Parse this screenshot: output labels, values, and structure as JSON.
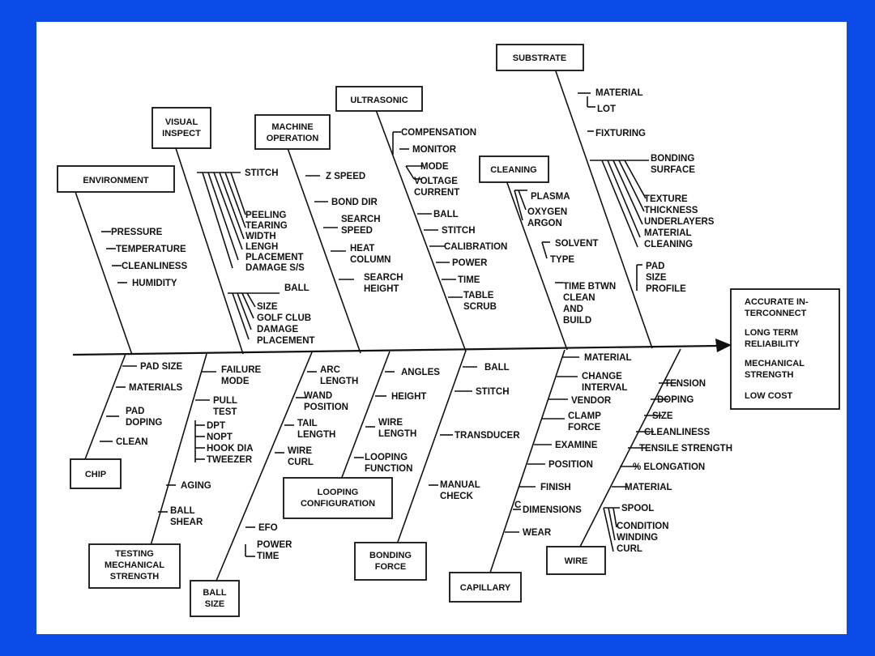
{
  "background_color": "#0b4be8",
  "boxes": {
    "environment": [
      "ENVIRONMENT"
    ],
    "visual_inspect": [
      "VISUAL",
      "INSPECT"
    ],
    "machine_operation": [
      "MACHINE",
      "OPERATION"
    ],
    "ultrasonic": [
      "ULTRASONIC"
    ],
    "cleaning": [
      "CLEANING"
    ],
    "substrate": [
      "SUBSTRATE"
    ],
    "chip": [
      "CHIP"
    ],
    "testing": [
      "TESTING",
      "MECHANICAL",
      "STRENGTH"
    ],
    "ball_size": [
      "BALL",
      "SIZE"
    ],
    "looping": [
      "LOOPING",
      "CONFIGURATION"
    ],
    "bonding_force": [
      "BONDING",
      "FORCE"
    ],
    "capillary": [
      "CAPILLARY"
    ],
    "wire": [
      "WIRE"
    ],
    "effect": [
      "ACCURATE IN-",
      "TERCONNECT",
      "",
      "LONG TERM",
      "RELIABILITY",
      "",
      "MECHANICAL",
      "STRENGTH",
      "",
      "LOW COST"
    ]
  },
  "labels": {
    "env": [
      "PRESSURE",
      "TEMPERATURE",
      "CLEANLINESS",
      "HUMIDITY"
    ],
    "vis_stitch": "STITCH",
    "vis_stitch_items": [
      "PEELING",
      "TEARING",
      "WIDTH",
      "LENGH",
      "PLACEMENT",
      "DAMAGE S/S"
    ],
    "vis_ball": "BALL",
    "vis_ball_items": [
      "SIZE",
      "GOLF CLUB",
      "DAMAGE",
      "PLACEMENT"
    ],
    "mach": [
      [
        "Z SPEED"
      ],
      [
        "BOND DIR"
      ],
      [
        "SEARCH",
        "SPEED"
      ],
      [
        "HEAT",
        "COLUMN"
      ],
      [
        "SEARCH",
        "HEIGHT"
      ]
    ],
    "ultra_comp": "COMPENSATION",
    "ultra_mon": "MONITOR",
    "ultra_mode": "MODE",
    "ultra_vc": [
      "VOLTAGE",
      "CURRENT"
    ],
    "ultra_rest": [
      "BALL",
      "STITCH",
      "CALIBRATION",
      "POWER",
      "TIME"
    ],
    "ultra_table": [
      "TABLE",
      "SCRUB"
    ],
    "clean_gas": [
      "PLASMA",
      "OXYGEN",
      "ARGON"
    ],
    "clean_solvent": "SOLVENT",
    "clean_type": "TYPE",
    "clean_time": [
      "TIME BTWN",
      "CLEAN",
      "AND",
      "BUILD"
    ],
    "sub_material": "MATERIAL",
    "sub_lot": "LOT",
    "sub_fix": "FIXTURING",
    "sub_bond": [
      "BONDING",
      "SURFACE"
    ],
    "sub_bond_items": [
      "TEXTURE",
      "THICKNESS",
      "UNDERLAYERS",
      "MATERIAL",
      "CLEANING"
    ],
    "sub_pad": [
      "PAD",
      "SIZE",
      "PROFILE"
    ],
    "chip": [
      [
        "PAD SIZE"
      ],
      [
        "MATERIALS"
      ],
      [
        "PAD",
        "DOPING"
      ],
      [
        "CLEAN"
      ]
    ],
    "test_fail": [
      "FAILURE",
      "MODE"
    ],
    "test_pull": [
      "PULL",
      "TEST"
    ],
    "test_pull_items": [
      "DPT",
      "NOPT",
      "HOOK DIA",
      "TWEEZER"
    ],
    "test_aging": "AGING",
    "test_shear": [
      "BALL",
      "SHEAR"
    ],
    "bs": [
      [
        "ARC",
        "LENGTH"
      ],
      [
        "WAND",
        "POSITION"
      ],
      [
        "TAIL",
        "LENGTH"
      ],
      [
        "WIRE",
        "CURL"
      ]
    ],
    "bs_efo": "EFO",
    "bs_power": [
      "POWER",
      "TIME"
    ],
    "loop": [
      [
        "ANGLES"
      ],
      [
        "HEIGHT"
      ],
      [
        "WIRE",
        "LENGTH"
      ],
      [
        "LOOPING",
        "FUNCTION"
      ]
    ],
    "bf": [
      [
        "BALL"
      ],
      [
        "STITCH"
      ],
      [
        "TRANSDUCER"
      ],
      [
        "MANUAL",
        "CHECK"
      ]
    ],
    "cap": [
      [
        "MATERIAL"
      ],
      [
        "CHANGE",
        "INTERVAL"
      ],
      [
        "VENDOR"
      ],
      [
        "CLAMP",
        "FORCE"
      ],
      [
        "EXAMINE"
      ],
      [
        "POSITION"
      ],
      [
        "FINISH"
      ],
      [
        "DIMENSIONS"
      ],
      [
        "WEAR"
      ]
    ],
    "cap_c": "C",
    "wire": [
      "TENSION",
      "DOPING",
      "SIZE",
      "CLEANLINESS",
      "TENSILE STRENGTH",
      "% ELONGATION",
      "MATERIAL",
      "SPOOL"
    ],
    "wire_spool_items": [
      "CONDITION",
      "WINDING",
      "CURL"
    ]
  }
}
